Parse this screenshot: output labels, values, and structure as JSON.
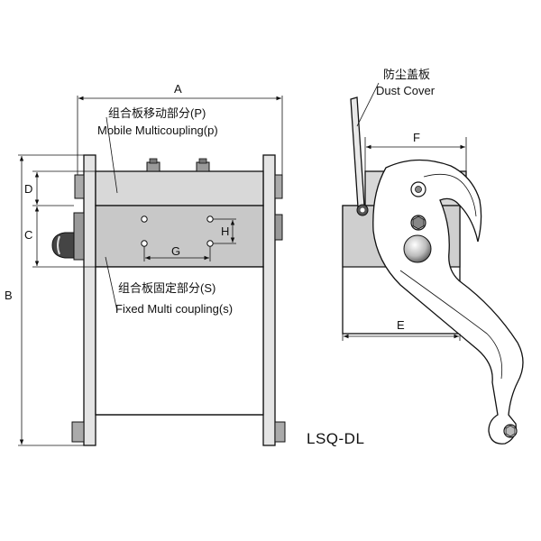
{
  "labels": {
    "mobile_cn": "组合板移动部分(P)",
    "mobile_en": "Mobile Multicoupling(p)",
    "fixed_cn": "组合板固定部分(S)",
    "fixed_en": "Fixed Multi coupling(s)",
    "dust_cn": "防尘盖板",
    "dust_en": "Dust Cover",
    "model": "LSQ-DL"
  },
  "dimensions": {
    "a": "A",
    "b": "B",
    "c": "C",
    "d": "D",
    "e": "E",
    "f": "F",
    "g": "G",
    "h": "H"
  }
}
